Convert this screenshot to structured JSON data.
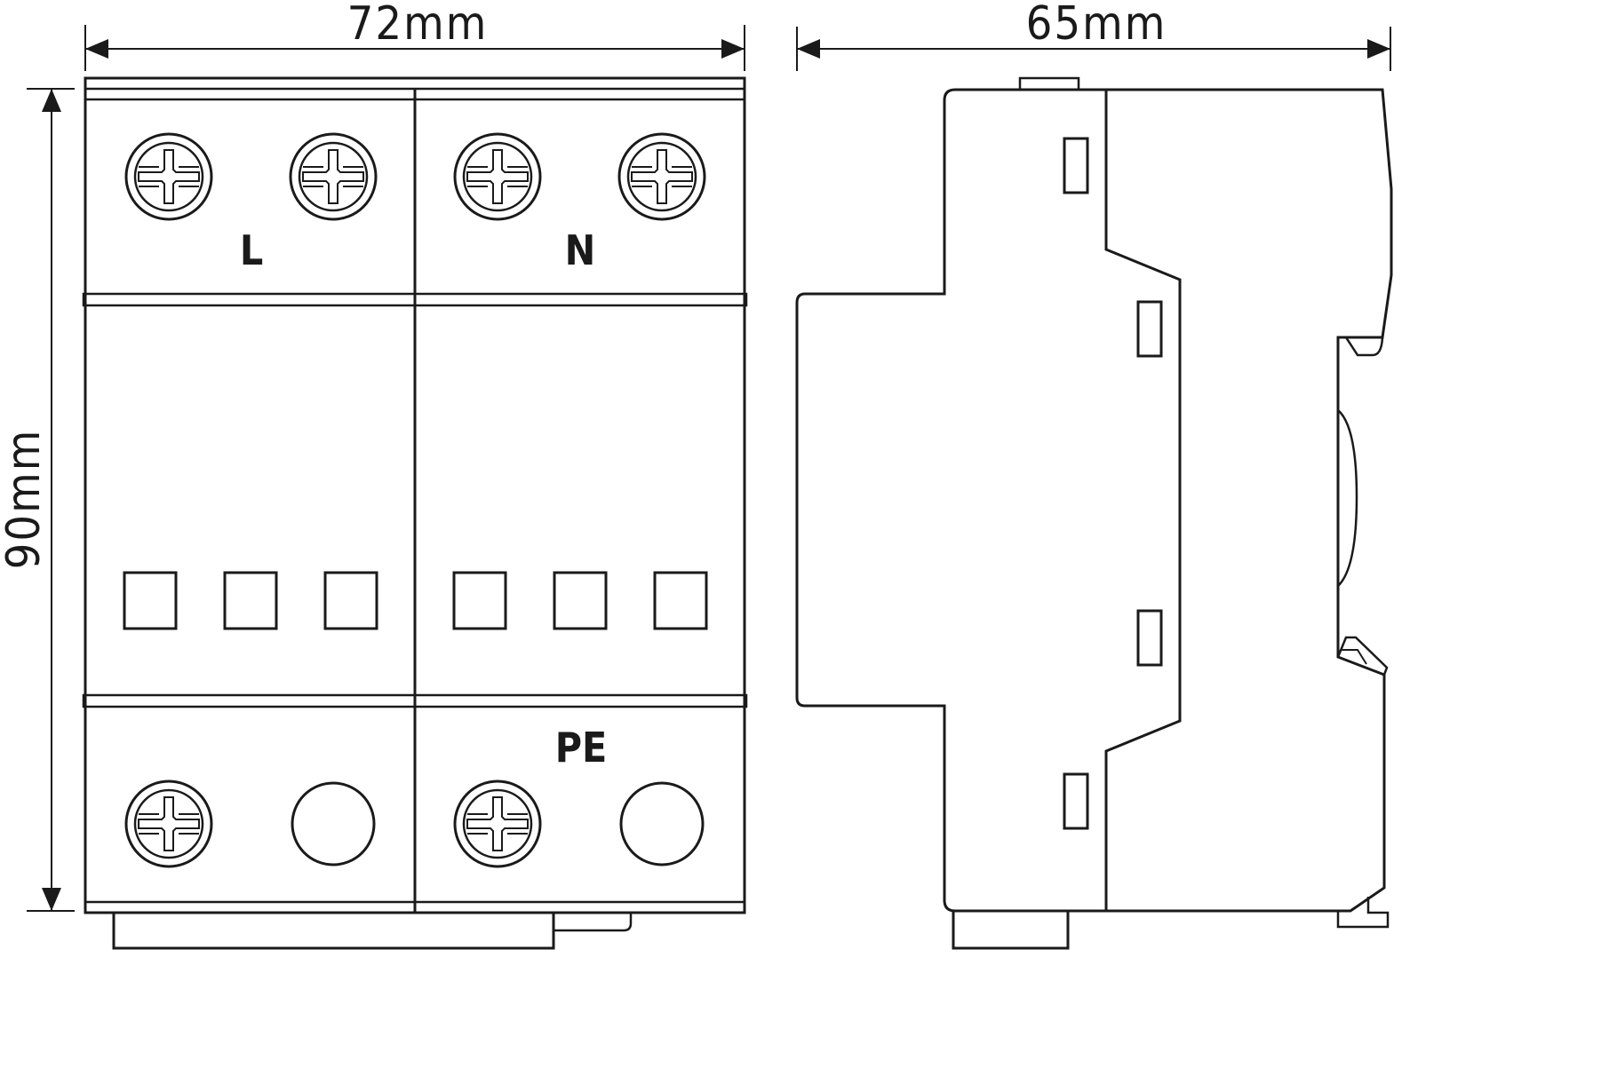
{
  "dimensions": {
    "width": "72mm",
    "depth": "65mm",
    "height": "90mm"
  },
  "terminal_labels": {
    "line": "L",
    "neutral": "N",
    "protective_earth": "PE"
  },
  "front_view": {
    "poles": 2,
    "indicator_windows_per_pole": 3,
    "top_terminal_screws_per_pole": 2,
    "bottom_terminal_screws": 2,
    "bottom_holes": 2
  },
  "side_view": {
    "mounting_clips": 4,
    "din_rail_latch": true
  }
}
